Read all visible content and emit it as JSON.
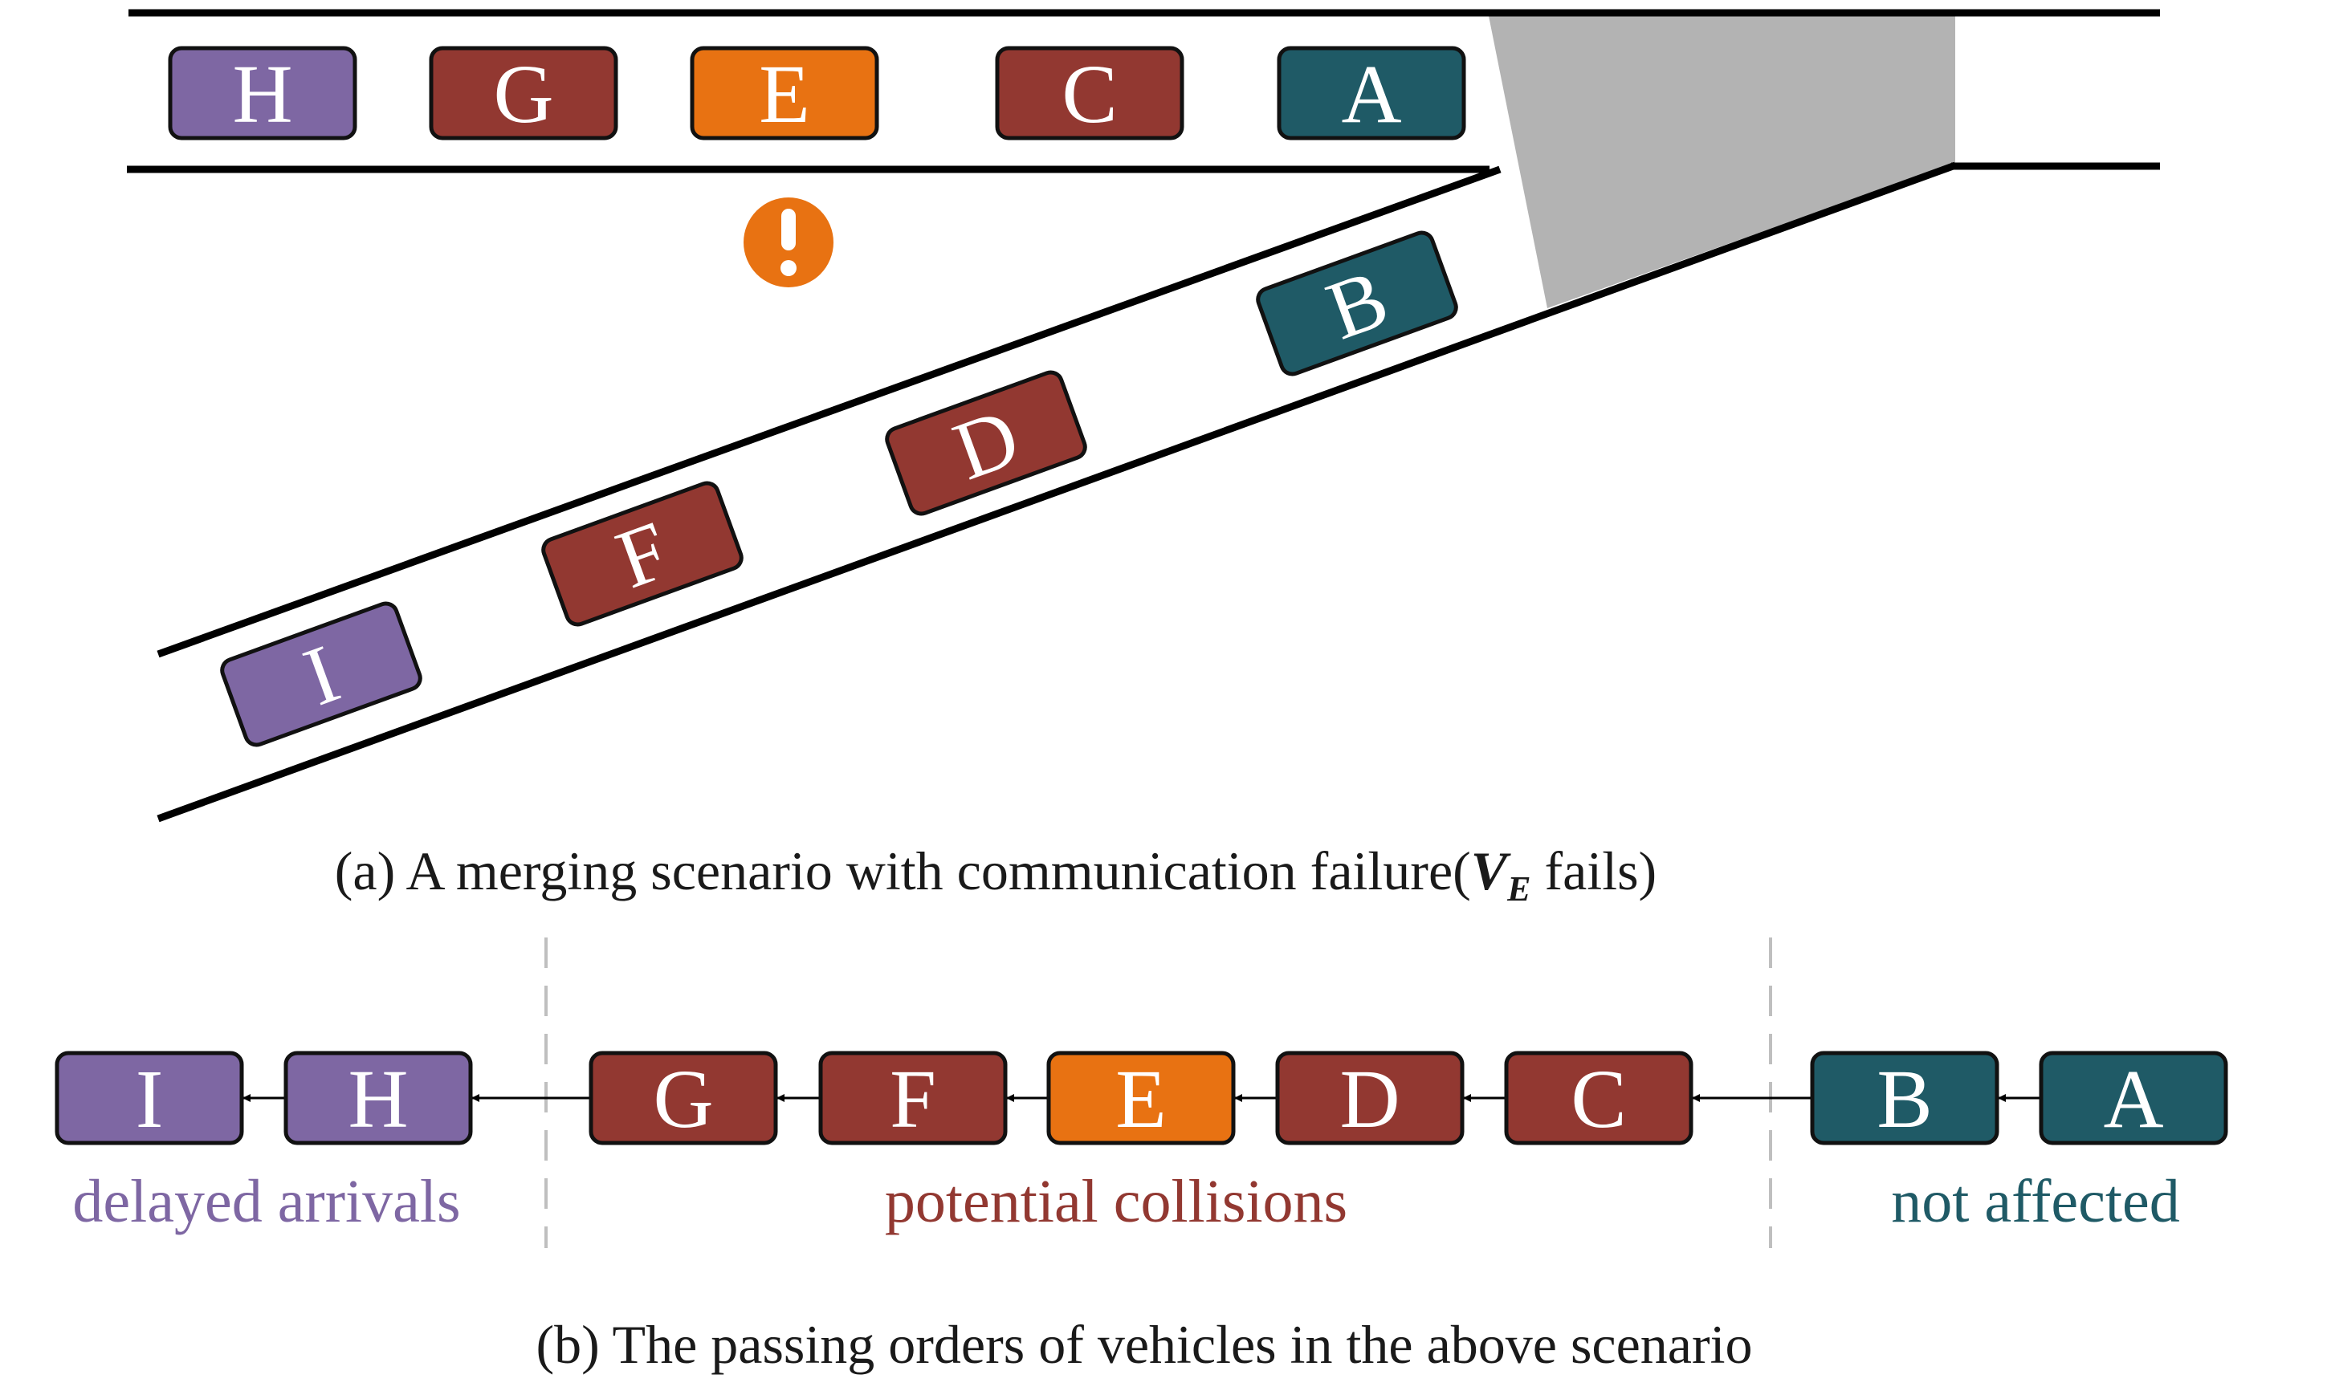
{
  "colors": {
    "purple": "#7e67a3",
    "red": "#923831",
    "orange": "#e87212",
    "teal": "#1f5a66",
    "merge_zone": "#b3b3b3",
    "road": "#000000",
    "divider": "#bfbfbf"
  },
  "scenario": {
    "main_road_vehicles": [
      {
        "label": "H",
        "group": "delayed"
      },
      {
        "label": "G",
        "group": "collision"
      },
      {
        "label": "E",
        "group": "failed"
      },
      {
        "label": "C",
        "group": "collision"
      },
      {
        "label": "A",
        "group": "unaffected"
      }
    ],
    "ramp_vehicles": [
      {
        "label": "I",
        "group": "delayed"
      },
      {
        "label": "F",
        "group": "collision"
      },
      {
        "label": "D",
        "group": "collision"
      },
      {
        "label": "B",
        "group": "unaffected"
      }
    ],
    "warning_icon": "exclamation-circle-icon",
    "caption_prefix": "(a) A merging scenario with communication failure(",
    "caption_var": "V",
    "caption_sub": "E",
    "caption_suffix": " fails)"
  },
  "order": {
    "vehicles": [
      {
        "label": "I",
        "group": "delayed"
      },
      {
        "label": "H",
        "group": "delayed"
      },
      {
        "label": "G",
        "group": "collision"
      },
      {
        "label": "F",
        "group": "collision"
      },
      {
        "label": "E",
        "group": "failed"
      },
      {
        "label": "D",
        "group": "collision"
      },
      {
        "label": "C",
        "group": "collision"
      },
      {
        "label": "B",
        "group": "unaffected"
      },
      {
        "label": "A",
        "group": "unaffected"
      }
    ],
    "group_labels": {
      "delayed": "delayed arrivals",
      "collision": "potential collisions",
      "unaffected": "not affected"
    },
    "caption": "(b) The passing orders of vehicles in the above scenario"
  }
}
